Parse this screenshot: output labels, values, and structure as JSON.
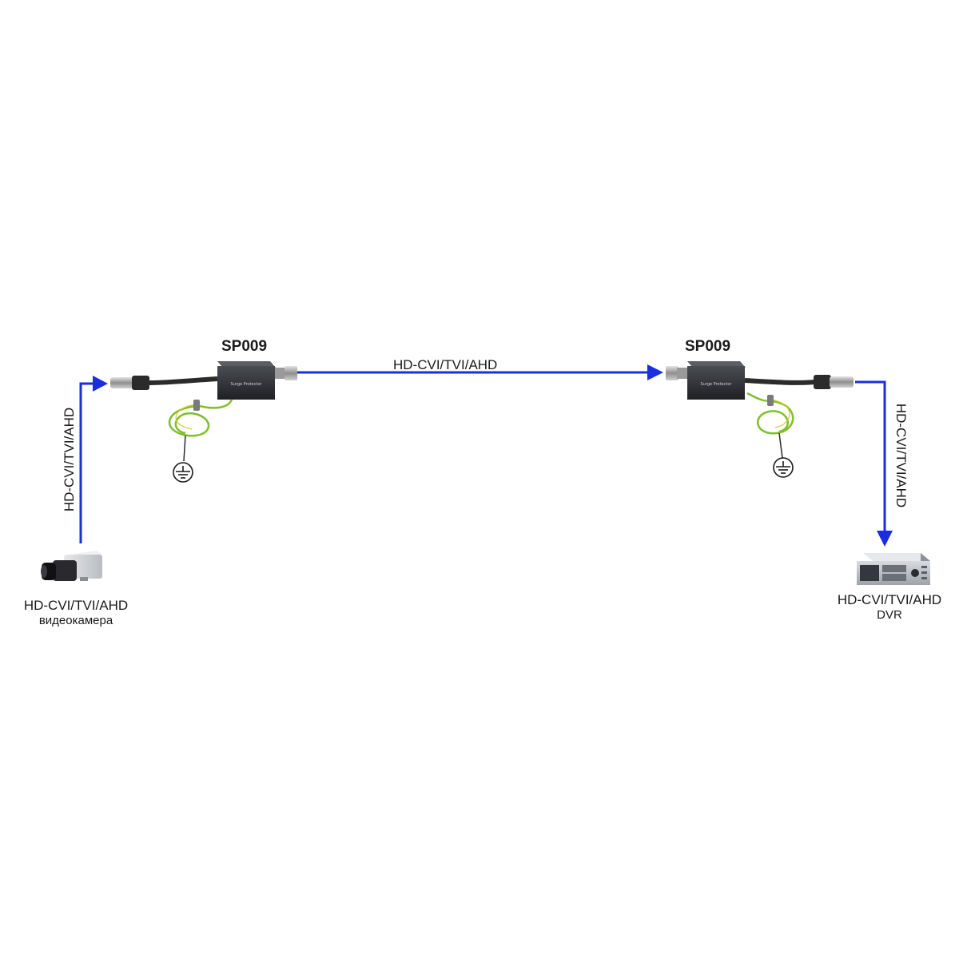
{
  "device_left": {
    "title": "SP009",
    "device_label": "Surge Protector"
  },
  "device_right": {
    "title": "SP009",
    "device_label": "Surge Protector"
  },
  "link_middle": {
    "label": "HD-CVI/TVI/AHD"
  },
  "link_left": {
    "label": "HD-CVI/TVI/AHD"
  },
  "link_right": {
    "label": "HD-CVI/TVI/AHD"
  },
  "camera": {
    "line1": "HD-CVI/TVI/AHD",
    "line2": "видеокамера"
  },
  "dvr": {
    "line1": "HD-CVI/TVI/AHD",
    "line2": "DVR"
  },
  "colors": {
    "signal": "#1a2ee0",
    "ground_wire": "#7fbf2a",
    "device_body": "#2f3136"
  }
}
